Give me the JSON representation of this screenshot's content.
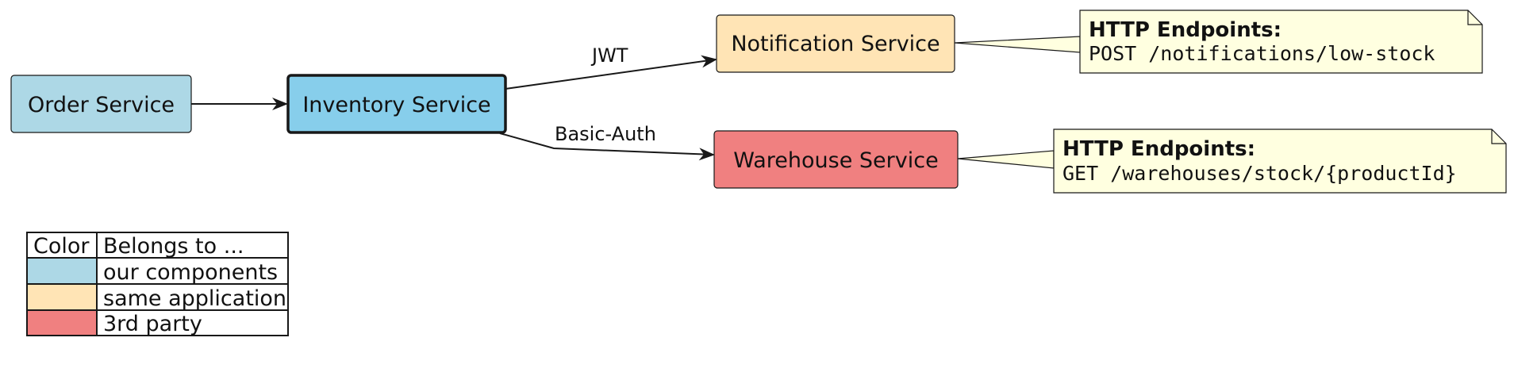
{
  "colors": {
    "our_components": "#ADD8E6",
    "our_components_highlight": "#87CEEB",
    "same_application": "#FFE4B5",
    "third_party": "#F08080",
    "note_bg": "#FFFFE0",
    "stroke": "#181818"
  },
  "nodes": {
    "order": "Order Service",
    "inventory": "Inventory Service",
    "notification": "Notification Service",
    "warehouse": "Warehouse Service"
  },
  "edges": {
    "jwt": "JWT",
    "basic_auth": "Basic-Auth"
  },
  "notes": {
    "notification": {
      "title": "HTTP Endpoints:",
      "endpoint": "POST /notifications/low-stock"
    },
    "warehouse": {
      "title": "HTTP Endpoints:",
      "endpoint": "GET /warehouses/stock/{productId}"
    }
  },
  "legend": {
    "header_color": "Color",
    "header_belongs": "Belongs to ...",
    "rows": [
      {
        "label": "our components",
        "color": "#ADD8E6"
      },
      {
        "label": "same application",
        "color": "#FFE4B5"
      },
      {
        "label": "3rd party",
        "color": "#F08080"
      }
    ]
  }
}
